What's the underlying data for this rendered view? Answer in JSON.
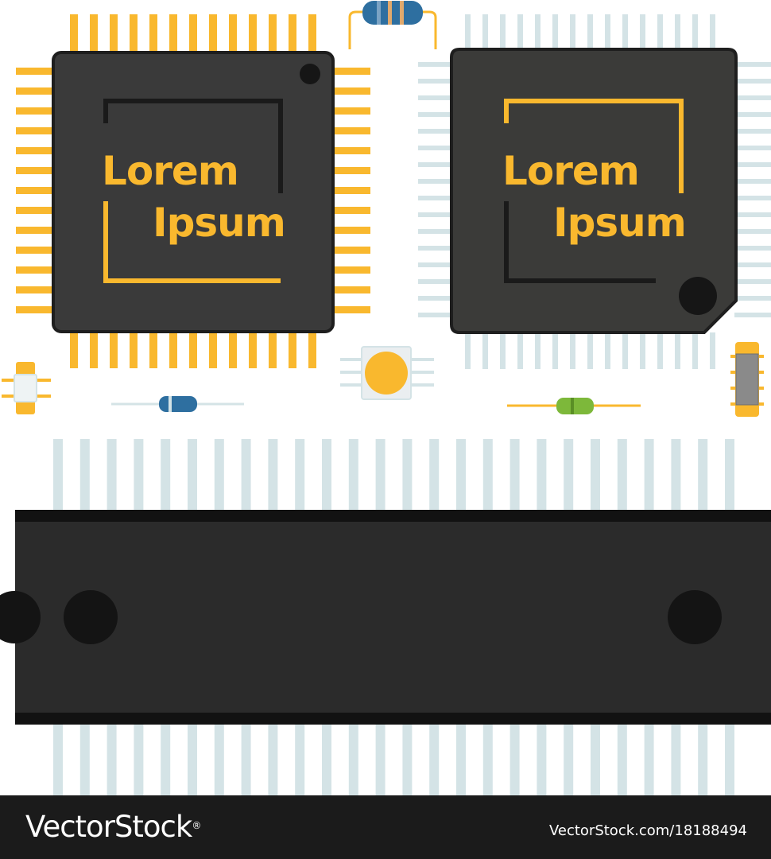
{
  "chips": {
    "left": {
      "line1": "Lorem",
      "line2": "Ipsum"
    },
    "right": {
      "line1": "Lorem",
      "line2": "Ipsum"
    }
  },
  "footer": {
    "brand": "VectorStock",
    "trademark": "®",
    "image_id": "VectorStock.com/18188494"
  },
  "colors": {
    "gold": "#f9b82e",
    "chip_dark": "#3a3a3a",
    "chip_darker": "#2b2b2b",
    "pin_light": "#d4e3e6",
    "resistor_blue": "#2e6fa0",
    "resistor_green": "#7db83a",
    "footer": "#1b1b1b"
  }
}
